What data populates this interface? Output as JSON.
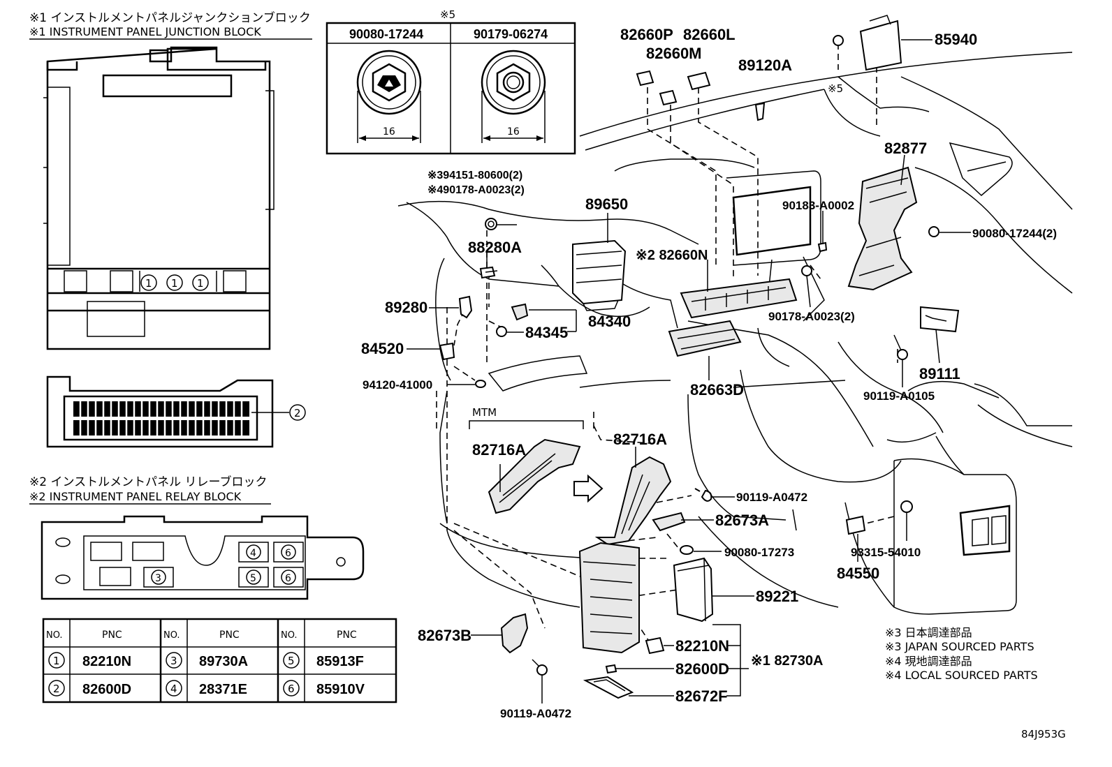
{
  "junction_block": {
    "title_jp": "※1 インストルメントパネルジャンクションブロック",
    "title_en": "※1 INSTRUMENT PANEL JUNCTION BLOCK"
  },
  "relay_block": {
    "title_jp": "※2 インストルメントパネル リレーブロック",
    "title_en": "※2 INSTRUMENT PANEL RELAY BLOCK"
  },
  "markers": {
    "m1": "1",
    "m2": "2",
    "m3": "3",
    "m4": "4",
    "m5": "5",
    "m6": "6"
  },
  "nut_table": {
    "note": "※5",
    "col1": "90080-17244",
    "col2": "90179-06274",
    "dim1": "16",
    "dim2": "16"
  },
  "pnc_table": {
    "headers": [
      "NO.",
      "PNC",
      "NO.",
      "PNC",
      "NO.",
      "PNC"
    ],
    "rows": [
      [
        "1",
        "82210N",
        "3",
        "89730A",
        "5",
        "85913F"
      ],
      [
        "2",
        "82600D",
        "4",
        "28371E",
        "6",
        "85910V"
      ]
    ]
  },
  "parts": {
    "p82660P": "82660P",
    "p82660L": "82660L",
    "p82660M": "82660M",
    "p89120A": "89120A",
    "p85940": "85940",
    "n5": "※5",
    "p82877": "82877",
    "p94151": "※394151-80600(2)",
    "p90178a": "※490178-A0023(2)",
    "p89650": "89650",
    "p88280A": "88280A",
    "p82660N": "※2 82660N",
    "p90183": "90183-A0002",
    "p90080_2": "90080-17244(2)",
    "p89280": "89280",
    "p84340": "84340",
    "p84345": "84345",
    "p84520": "84520",
    "p90178b": "90178-A0023(2)",
    "p89111": "89111",
    "p94120": "94120-41000",
    "p82663D": "82663D",
    "p90119b": "90119-A0105",
    "mtm": "MTM",
    "p82716A_1": "82716A",
    "p82716A_2": "82716A",
    "p90119a": "90119-A0472",
    "p82673A": "82673A",
    "p90080_17273": "90080-17273",
    "p84550": "84550",
    "p93315": "93315-54010",
    "p89221": "89221",
    "p82673B": "82673B",
    "p82210N": "82210N",
    "p82600D": "82600D",
    "p82730A": "※1 82730A",
    "p82672F": "82672F",
    "p90119c": "90119-A0472"
  },
  "legend": {
    "l1": "※3 日本調達部品",
    "l2": "※3 JAPAN SOURCED PARTS",
    "l3": "※4 現地調達部品",
    "l4": "※4 LOCAL SOURCED PARTS"
  },
  "diagram_id": "84J953G"
}
